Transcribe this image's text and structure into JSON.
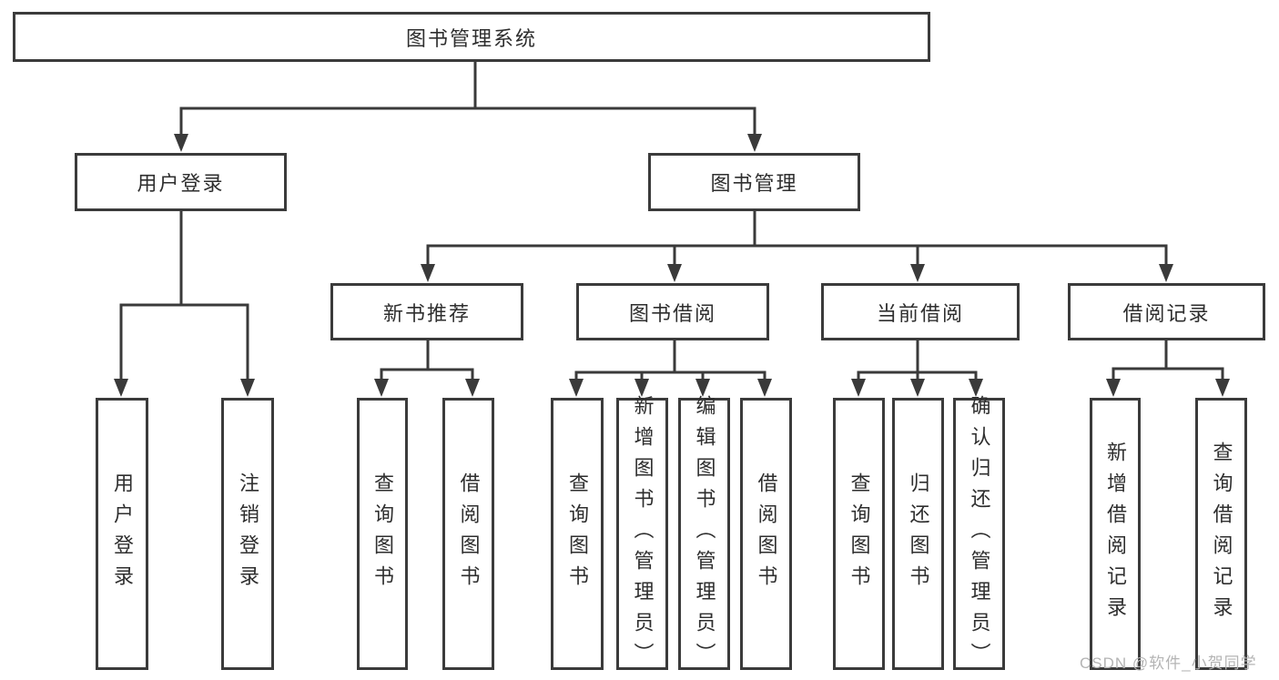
{
  "tree": {
    "root": "图书管理系统",
    "user_login": {
      "label": "用户登录",
      "children": [
        "用户登录",
        "注销登录"
      ]
    },
    "book_management": {
      "label": "图书管理",
      "sections": {
        "new_book_rec": {
          "label": "新书推荐",
          "children": [
            "查询图书",
            "借阅图书"
          ]
        },
        "book_borrow": {
          "label": "图书借阅",
          "children": [
            "查询图书",
            "新增图书（管理员）",
            "编辑图书（管理员）",
            "借阅图书"
          ]
        },
        "current_borrow": {
          "label": "当前借阅",
          "children": [
            "查询图书",
            "归还图书",
            "确认归还（管理员）"
          ]
        },
        "borrow_records": {
          "label": "借阅记录",
          "children": [
            "新增借阅记录",
            "查询借阅记录"
          ]
        }
      }
    }
  },
  "colors": {
    "line": "#3a3a3a",
    "border": "#3b3b3b",
    "text": "#2e2e2e",
    "watermark": "#b4b4b4"
  },
  "watermark": "CSDN @软件_小贺同学"
}
